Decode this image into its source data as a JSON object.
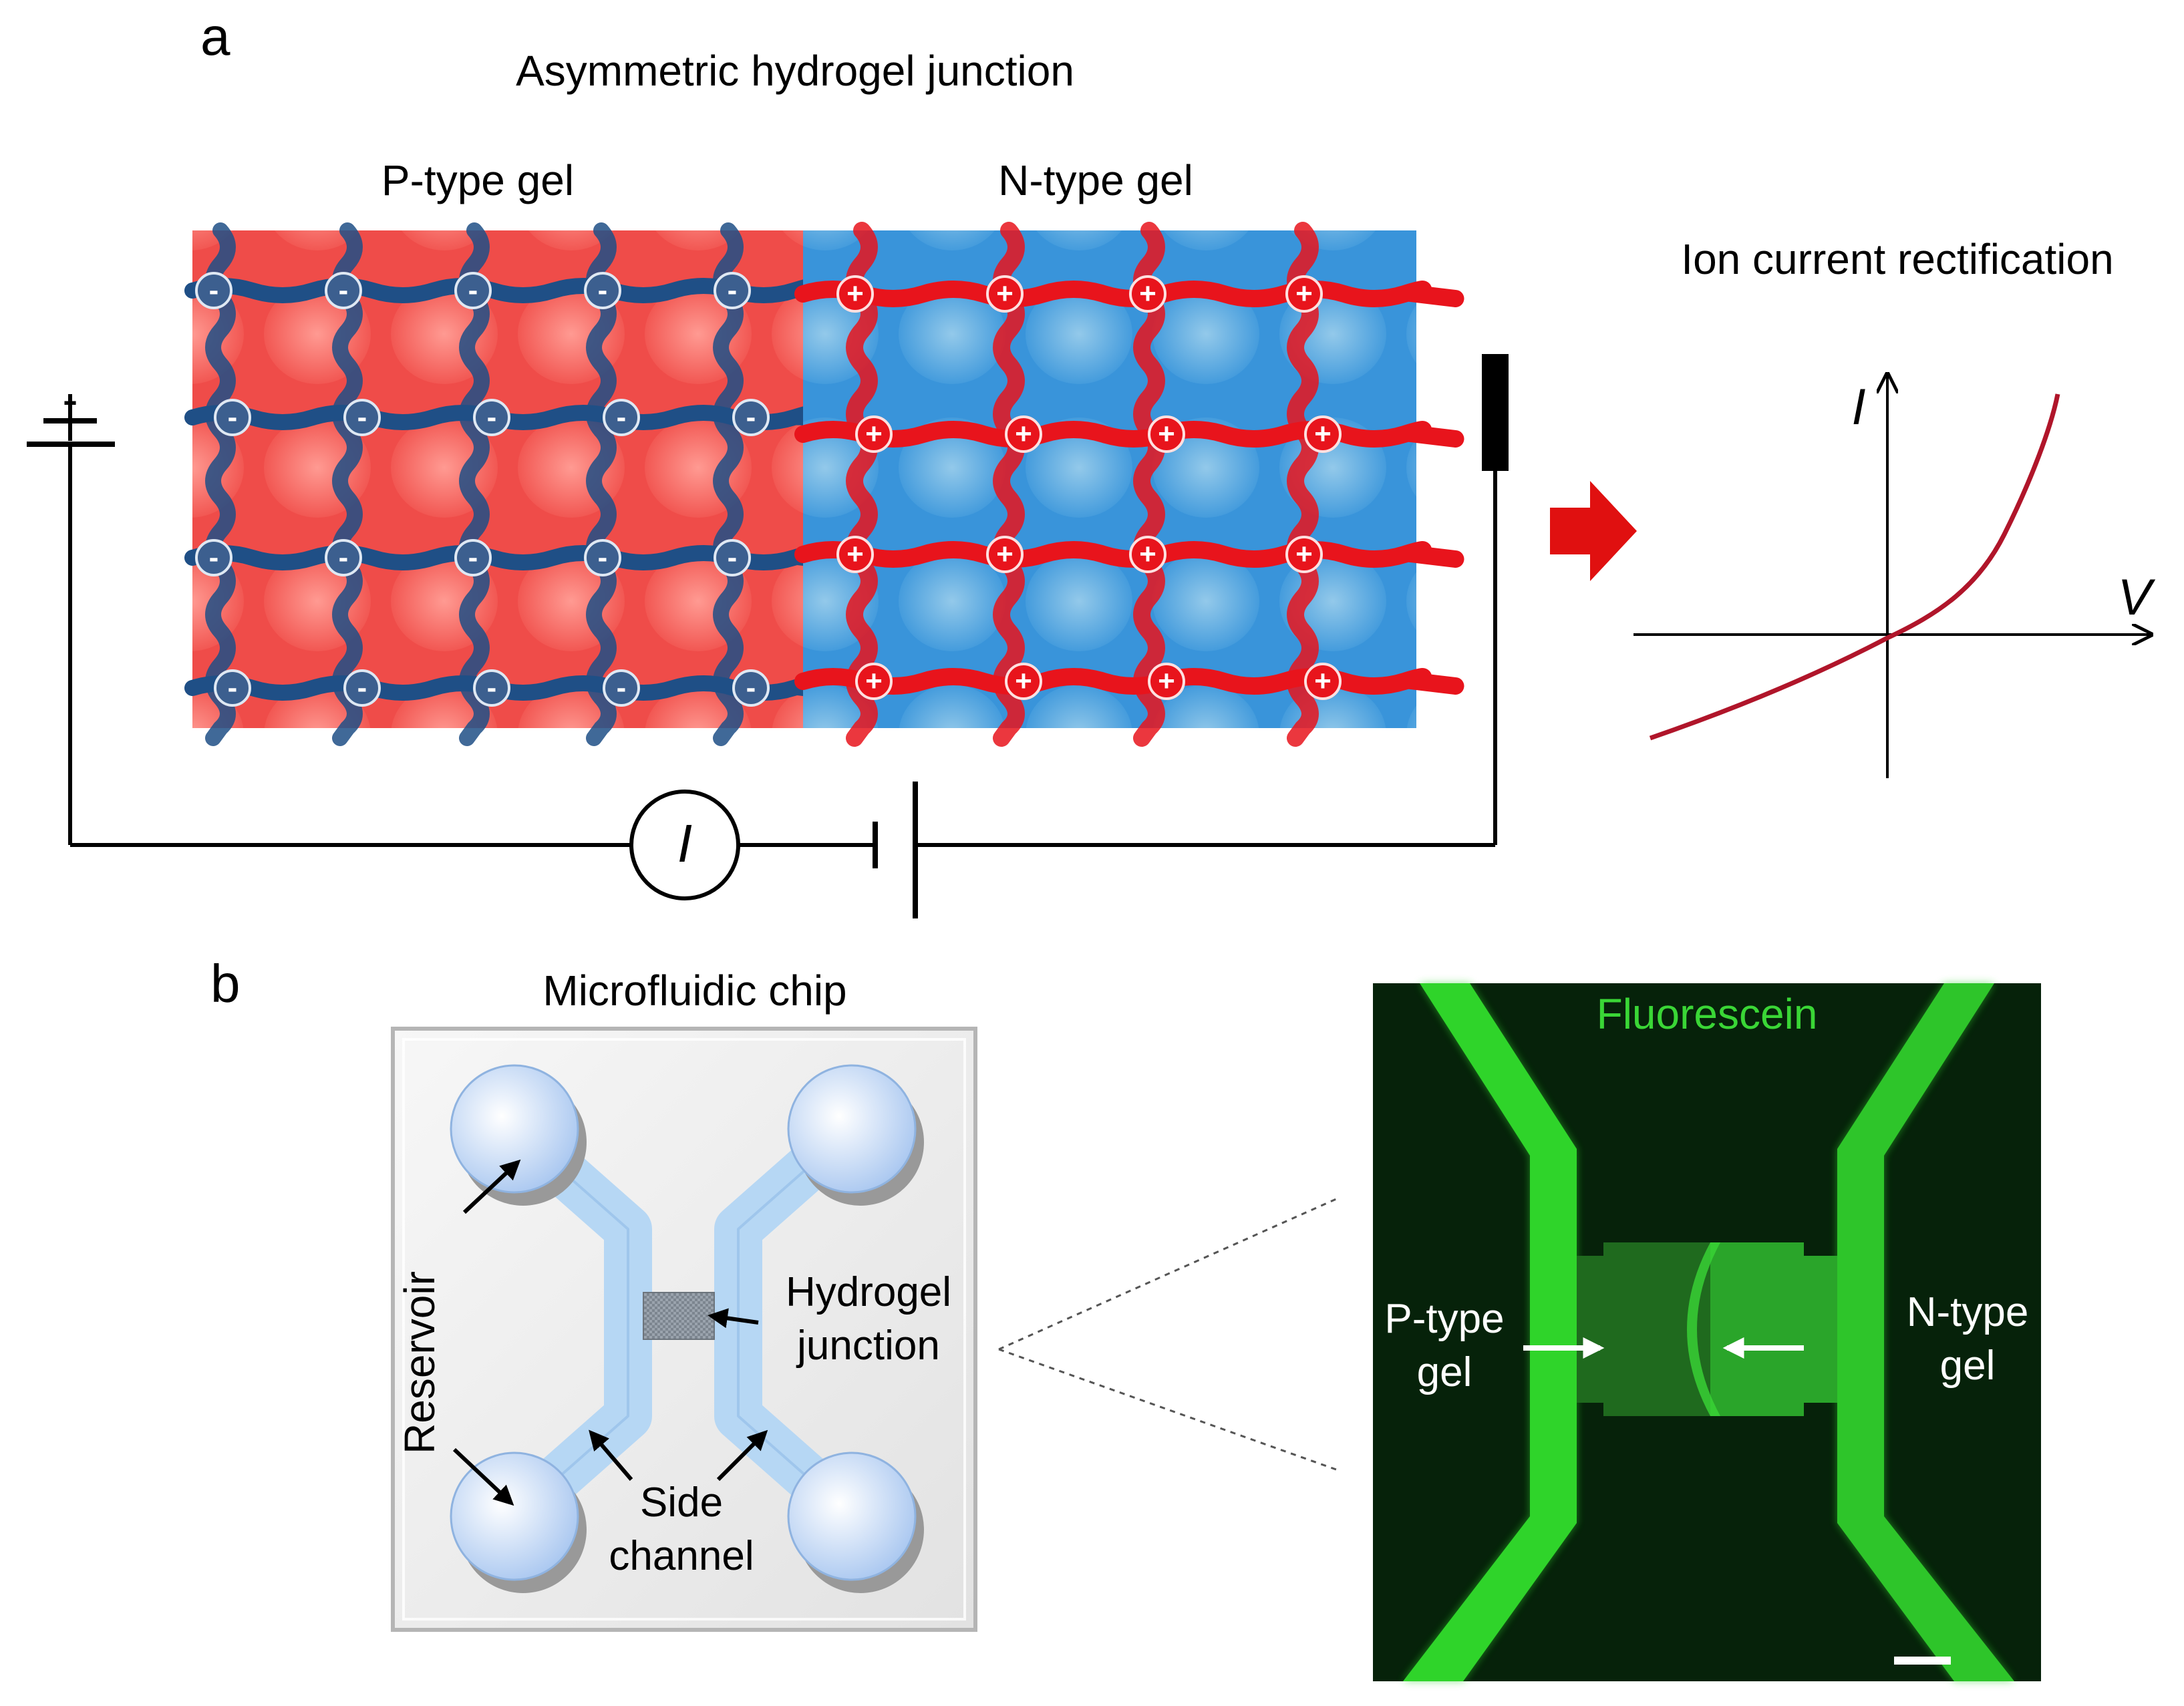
{
  "panel_a": {
    "letter": "a",
    "title": "Asymmetric hydrogel junction",
    "p_gel_label": "P-type gel",
    "n_gel_label": "N-type gel",
    "p_charge": "-",
    "n_charge": "+",
    "ground_sign": "-",
    "ammeter_label": "I",
    "iv_title": "Ion current rectification",
    "iv_y_label": "I",
    "iv_x_label": "V"
  },
  "panel_b": {
    "letter": "b",
    "chip_title": "Microfluidic chip",
    "reservoir_label": "Reservoir",
    "hydrogel_label_line1": "Hydrogel",
    "hydrogel_label_line2": "junction",
    "side_channel_line1": "Side",
    "side_channel_line2": "channel",
    "micrograph_title": "Fluorescein",
    "p_gel_line1": "P-type",
    "p_gel_line2": "gel",
    "n_gel_line1": "N-type",
    "n_gel_line2": "gel"
  },
  "colors": {
    "p_gel_fill": "#f0504d",
    "p_gel_chain": "#1f4f86",
    "n_gel_fill": "#3b97de",
    "n_gel_chain": "#e8141c",
    "iv_curve": "#b0152a",
    "arrow": "#e01010",
    "fluorescence": "#2fd42a",
    "micrograph_bg": "#06220a"
  }
}
